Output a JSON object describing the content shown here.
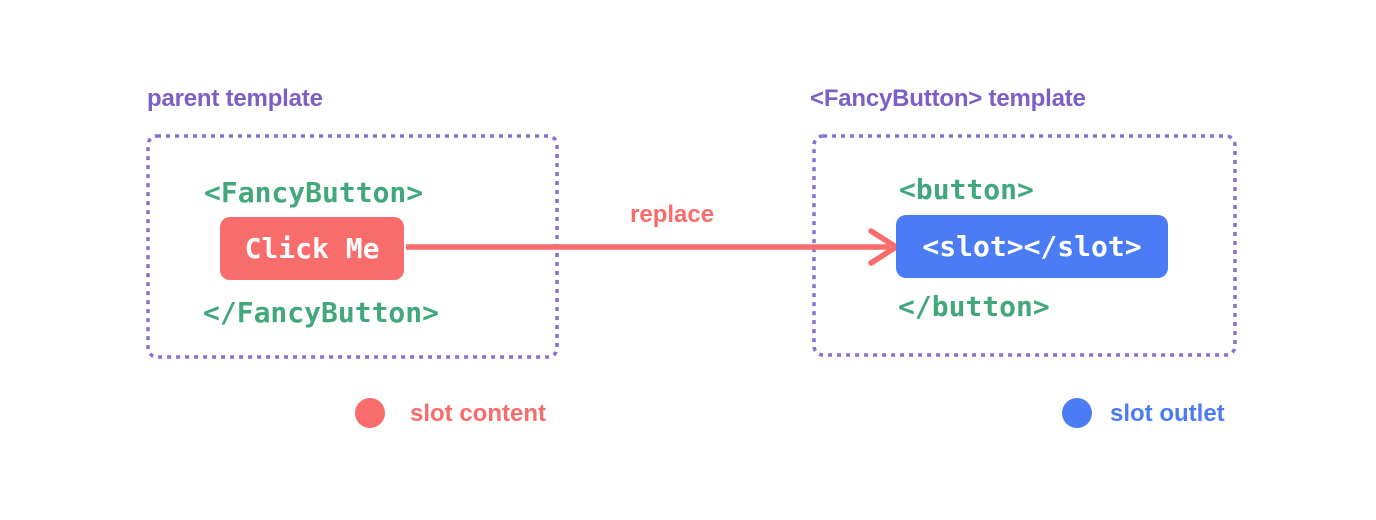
{
  "diagram": {
    "left_panel": {
      "title": "parent template",
      "open_tag": "<FancyButton>",
      "button_label": "Click Me",
      "close_tag": "</FancyButton>"
    },
    "arrow": {
      "label": "replace"
    },
    "right_panel": {
      "title": "<FancyButton> template",
      "open_tag": "<button>",
      "slot_tag": "<slot></slot>",
      "close_tag": "</button>"
    },
    "legend": {
      "slot_content_label": "slot content",
      "slot_outlet_label": "slot outlet"
    },
    "colors": {
      "slot_content_red": "#f96c6c",
      "slot_outlet_blue": "#4b7cf5",
      "code_green": "#42a87c",
      "title_purple": "#7c5fc5",
      "dashed_border_purple": "#8b6fd0",
      "background": "#ffffff",
      "chip_text": "#ffffff"
    }
  }
}
